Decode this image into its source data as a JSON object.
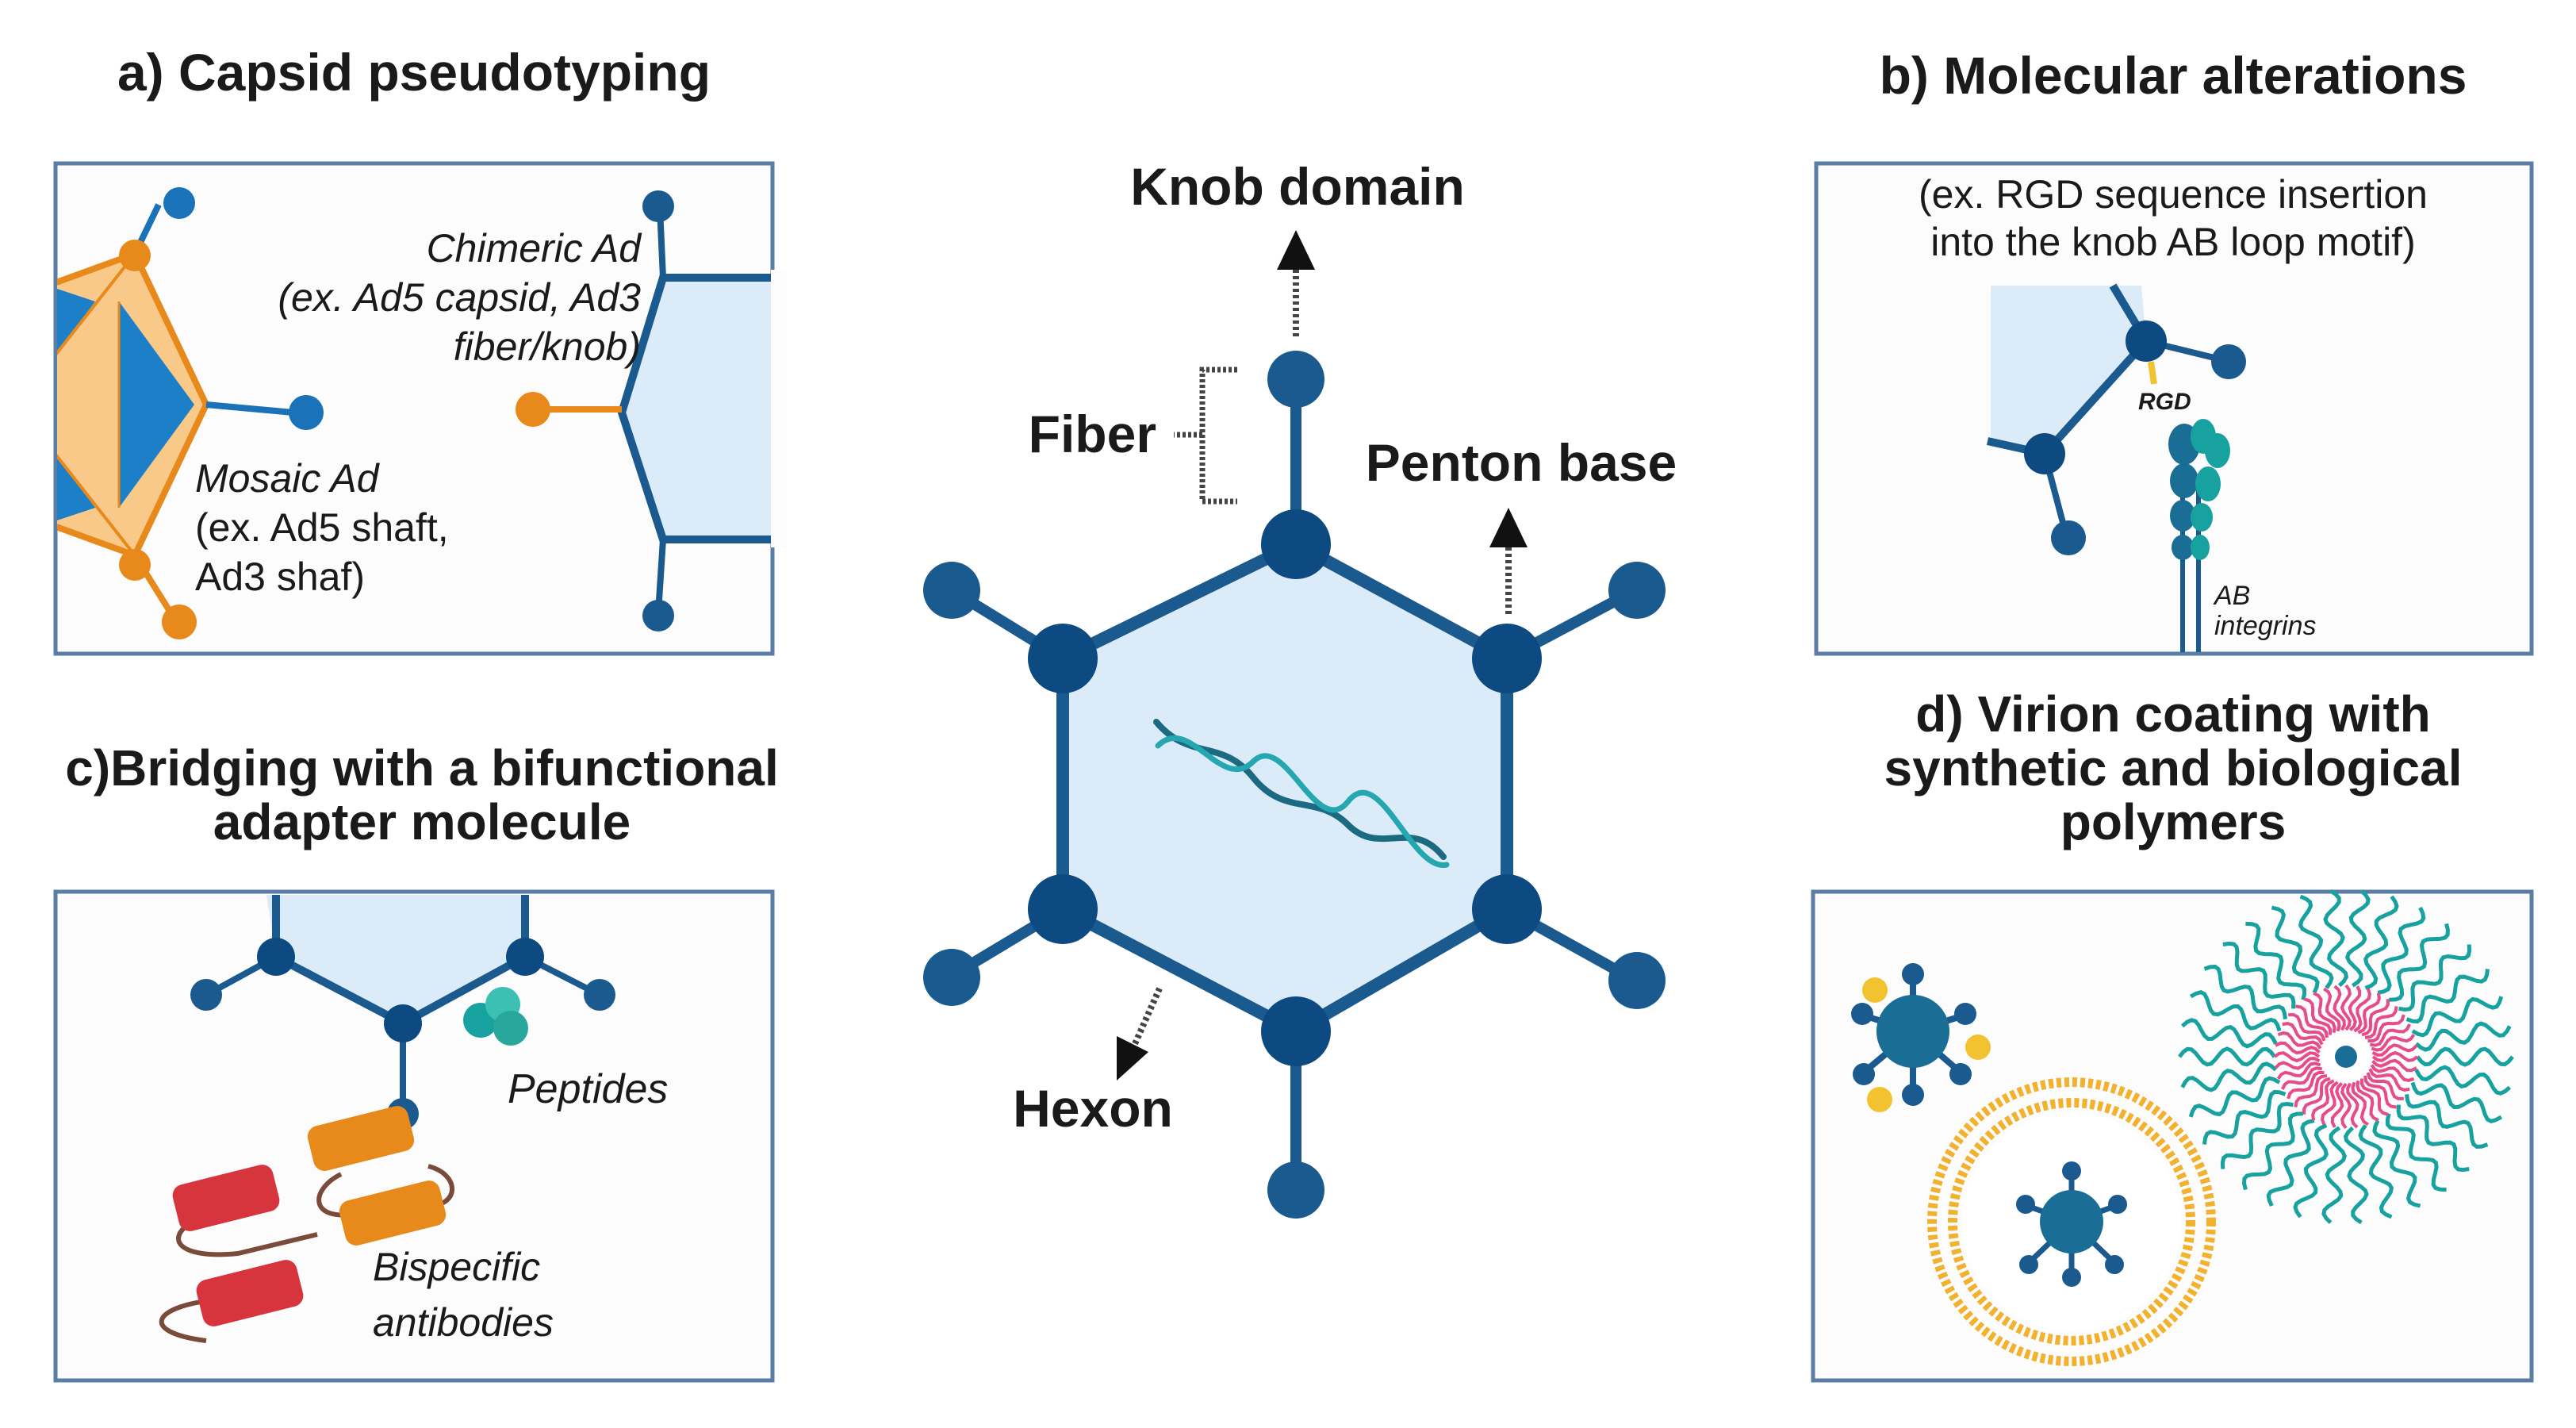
{
  "panels": {
    "a": {
      "title": "a) Capsid pseudotyping",
      "chimeric_line1": "Chimeric Ad",
      "chimeric_line2": "(ex. Ad5 capsid, Ad3",
      "chimeric_line3": "fiber/knob)",
      "mosaic_line1": "Mosaic Ad",
      "mosaic_line2": "(ex. Ad5 shaft,",
      "mosaic_line3": "Ad3 shaf)"
    },
    "b": {
      "title": "b) Molecular alterations",
      "note_line1": "(ex. RGD sequence insertion",
      "note_line2": "into the knob AB loop motif)",
      "rgd_label": "RGD",
      "integrin_line1": "AB",
      "integrin_line2": "integrins"
    },
    "c": {
      "title_line1": "c)Bridging with a bifunctional",
      "title_line2": "adapter molecule",
      "peptides_label": "Peptides",
      "antibodies_line1": "Bispecific",
      "antibodies_line2": "antibodies"
    },
    "d": {
      "title_line1": "d) Virion coating with",
      "title_line2": "synthetic and biological",
      "title_line3": "polymers"
    }
  },
  "center": {
    "knob_label": "Knob domain",
    "fiber_label": "Fiber",
    "penton_label": "Penton base",
    "hexon_label": "Hexon"
  },
  "colors": {
    "capsid_blue": "#1a5a8e",
    "vertex_blue": "#0d4a82",
    "capsid_fill": "#dcebf8",
    "orange": "#e8891c",
    "mosaic_fill": "#f9c98a",
    "inner_blue": "#1c7fc7",
    "teal": "#17a2a0",
    "pink": "#e64b8a",
    "yellow": "#f2c230",
    "red": "#d7353d",
    "frame": "#5a7da5"
  }
}
